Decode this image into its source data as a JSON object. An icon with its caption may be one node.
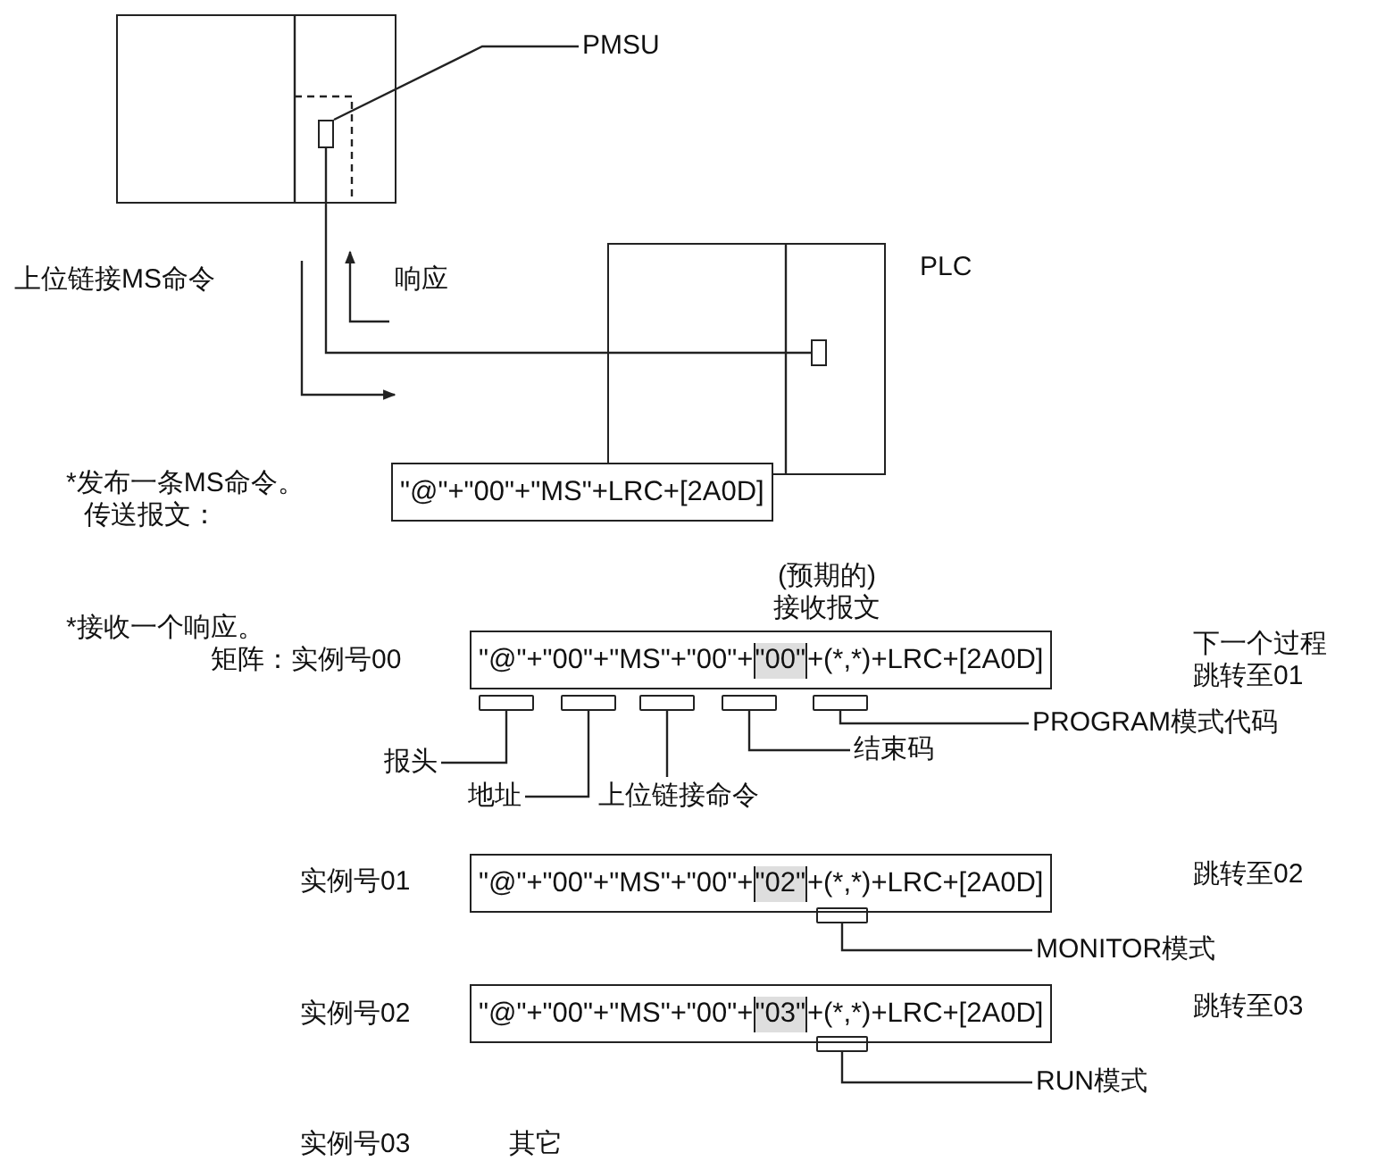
{
  "diagram": {
    "nodes": [
      {
        "text": [],
        "shape": "box"
      },
      {
        "text": [],
        "shape": "box",
        "in": 0
      },
      {
        "text": [
          "PMSU"
        ]
      },
      {
        "text": [],
        "shape": "box",
        "beside": [
          "PLC"
        ]
      },
      {
        "text": [],
        "shape": "box",
        "in": 3
      },
      {
        "text": [
          "\"@\"+\"00\"+\"MS\"+LRC+[2A0D]"
        ],
        "beside": [
          "*发布一条MS命令。传送报文："
        ]
      },
      {
        "text": [
          "\"@\"+\"00\"+\"MS\"+\"00\"+",
          "\"00\"",
          "+(*,*)+LRC+[2A0D]"
        ],
        "beside": [
          "矩阵：实例号00"
        ]
      },
      {
        "text": [],
        "shape": "bar"
      },
      {
        "text": [],
        "shape": "bar"
      },
      {
        "text": [],
        "shape": "bar"
      },
      {
        "text": [],
        "shape": "bar"
      },
      {
        "text": [],
        "shape": "bar"
      },
      {
        "text": [
          "报头"
        ]
      },
      {
        "text": [
          "地址"
        ]
      },
      {
        "text": [
          "上位链接命令"
        ]
      },
      {
        "text": [
          "结束码"
        ]
      },
      {
        "text": [
          "PROGRAM模式代码"
        ]
      },
      {
        "text": [
          "\"@\"+\"00\"+\"MS\"+\"00\"+",
          "\"02\"",
          "+(*,*)+LRC+[2A0D]"
        ],
        "beside": [
          "实例号01"
        ]
      },
      {
        "text": [],
        "shape": "bar"
      },
      {
        "text": [
          "MONITOR模式"
        ]
      },
      {
        "text": [
          "\"@\"+\"00\"+\"MS\"+\"00\"+",
          "\"03\"",
          "+(*,*)+LRC+[2A0D]"
        ],
        "beside": [
          "实例号02"
        ]
      },
      {
        "text": [],
        "shape": "bar"
      },
      {
        "text": [
          "RUN模式"
        ]
      }
    ],
    "edges": [
      {
        "from": 2,
        "to": 1,
        "arrow": "none"
      },
      {
        "from": 1,
        "to": 4,
        "arrow": "none"
      },
      {
        "from": 12,
        "to": 7,
        "arrow": "none"
      },
      {
        "from": 13,
        "to": 8,
        "arrow": "none"
      },
      {
        "from": 14,
        "to": 9,
        "arrow": "none"
      },
      {
        "from": 15,
        "to": 10,
        "arrow": "none"
      },
      {
        "from": 16,
        "to": 11,
        "arrow": "none"
      },
      {
        "from": 19,
        "to": 18,
        "arrow": "none"
      },
      {
        "from": 22,
        "to": 21,
        "arrow": "none"
      }
    ],
    "labels": [
      "上位链接MS命令",
      "响应",
      "(预期的)接收报文",
      "*接收一个响应。",
      "下一个过程跳转至01",
      "跳转至02",
      "跳转至03",
      "实例号03",
      "其它"
    ]
  }
}
